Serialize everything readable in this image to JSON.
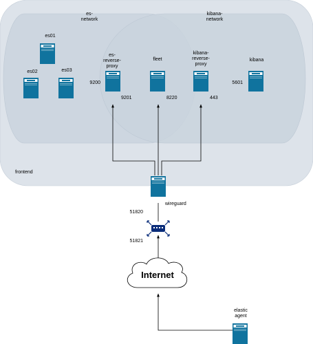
{
  "zones": {
    "frontend": {
      "label": "frontend"
    },
    "es_network": {
      "label": "es-\nnetwork"
    },
    "kibana_network": {
      "label": "kibana-\nnetwork"
    }
  },
  "nodes": {
    "es01": {
      "label": "es01"
    },
    "es02": {
      "label": "es02"
    },
    "es03": {
      "label": "es03"
    },
    "es_reverse_proxy": {
      "label": "es-\nreverse-\nproxy"
    },
    "fleet": {
      "label": "fleet"
    },
    "kibana_reverse_proxy": {
      "label": "kibana-\nreverse-\nproxy"
    },
    "kibana": {
      "label": "kibana"
    },
    "wireguard": {
      "label": "wireguard"
    },
    "router": {
      "label": ""
    },
    "internet": {
      "label": "Internet"
    },
    "elastic_agent": {
      "label": "elastic\nagent"
    }
  },
  "ports": {
    "es_proxy_in": "9200",
    "es_proxy_out": "9201",
    "fleet": "8220",
    "kibana_proxy": "443",
    "kibana": "5601",
    "wireguard_upper": "51820",
    "wireguard_lower": "51821"
  },
  "colors": {
    "frontend_fill": "#dde3ea",
    "network_fill": "#c9d3dd",
    "server": "#10739e",
    "router": "#0a2d7a"
  }
}
